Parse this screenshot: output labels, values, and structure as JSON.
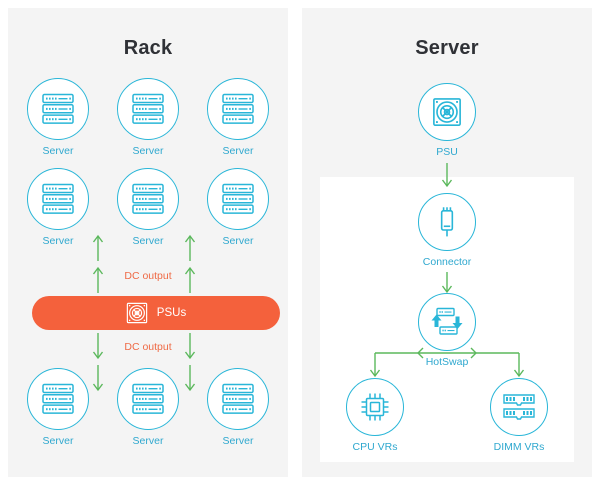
{
  "diagram": {
    "type": "block-diagram",
    "title_left": "Rack",
    "title_right": "Server",
    "colors": {
      "panel_bg": "#f4f4f4",
      "inner_bg": "#ffffff",
      "accent_teal": "#29b6d8",
      "label_teal": "#2fa8cf",
      "psu_orange": "#f4613c",
      "dc_text": "#ef6a45",
      "arrow_green": "#5bb85c",
      "title_dark": "#2f3136"
    }
  },
  "rack": {
    "title": "Rack",
    "servers_top": [
      {
        "label": "Server",
        "icon": "server-rack-icon"
      },
      {
        "label": "Server",
        "icon": "server-rack-icon"
      },
      {
        "label": "Server",
        "icon": "server-rack-icon"
      },
      {
        "label": "Server",
        "icon": "server-rack-icon"
      },
      {
        "label": "Server",
        "icon": "server-rack-icon"
      },
      {
        "label": "Server",
        "icon": "server-rack-icon"
      }
    ],
    "servers_bottom": [
      {
        "label": "Server",
        "icon": "server-rack-icon"
      },
      {
        "label": "Server",
        "icon": "server-rack-icon"
      },
      {
        "label": "Server",
        "icon": "server-rack-icon"
      }
    ],
    "psu_bar": {
      "label": "PSUs",
      "icon": "psu-fan-icon"
    },
    "dc_output_top": "DC output",
    "dc_output_bottom": "DC output"
  },
  "server": {
    "title": "Server",
    "nodes": [
      {
        "label": "PSU",
        "icon": "psu-fan-icon"
      },
      {
        "label": "Connector",
        "icon": "connector-icon"
      },
      {
        "label": "HotSwap",
        "icon": "hotswap-icon"
      },
      {
        "label": "CPU VRs",
        "icon": "cpu-chip-icon"
      },
      {
        "label": "DIMM VRs",
        "icon": "dimm-memory-icon"
      }
    ]
  }
}
